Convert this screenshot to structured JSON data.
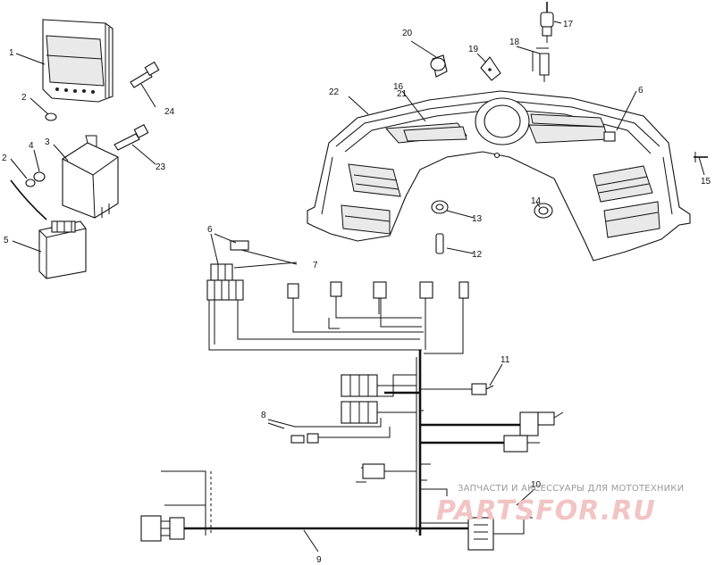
{
  "callouts": [
    {
      "id": "c1",
      "text": "1"
    },
    {
      "id": "c2a",
      "text": "2"
    },
    {
      "id": "c2b",
      "text": "2"
    },
    {
      "id": "c3",
      "text": "3"
    },
    {
      "id": "c4",
      "text": "4"
    },
    {
      "id": "c5",
      "text": "5"
    },
    {
      "id": "c6a",
      "text": "6"
    },
    {
      "id": "c6b",
      "text": "6"
    },
    {
      "id": "c7",
      "text": "7"
    },
    {
      "id": "c8",
      "text": "8"
    },
    {
      "id": "c9",
      "text": "9"
    },
    {
      "id": "c10",
      "text": "10"
    },
    {
      "id": "c11",
      "text": "11"
    },
    {
      "id": "c12",
      "text": "12"
    },
    {
      "id": "c13",
      "text": "13"
    },
    {
      "id": "c14",
      "text": "14"
    },
    {
      "id": "c15",
      "text": "15"
    },
    {
      "id": "c16",
      "text": "16"
    },
    {
      "id": "c17",
      "text": "17"
    },
    {
      "id": "c18",
      "text": "18"
    },
    {
      "id": "c19",
      "text": "19"
    },
    {
      "id": "c20",
      "text": "20"
    },
    {
      "id": "c21",
      "text": "21"
    },
    {
      "id": "c22",
      "text": "22"
    },
    {
      "id": "c23",
      "text": "23"
    },
    {
      "id": "c24",
      "text": "24"
    }
  ],
  "watermark": {
    "tagline": "ЗАПЧАСТИ И АКСЕССУАРЫ ДЛЯ МОТОТЕХНИКИ",
    "brand": "PARTSFOR.RU"
  },
  "colors": {
    "line": "#111111",
    "watermark_text": "#9a9a9a",
    "watermark_brand": "#f2c4c4"
  }
}
